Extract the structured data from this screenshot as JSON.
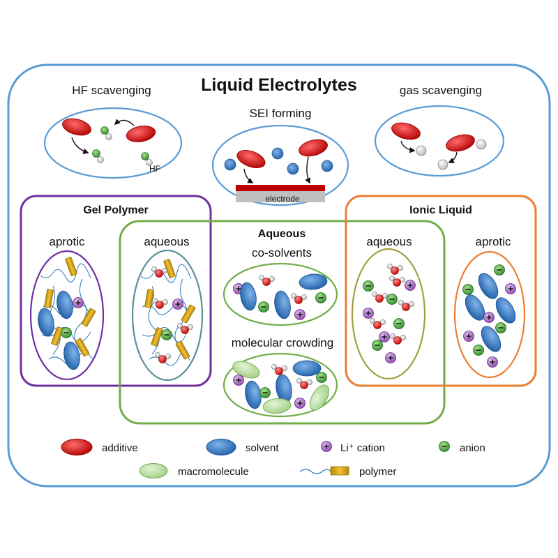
{
  "title": "Liquid Electrolytes",
  "functions": {
    "hf_scavenging": "HF scavenging",
    "sei_forming": "SEI forming",
    "gas_scavenging": "gas scavenging",
    "hf_label": "HF",
    "electrode_label": "electrode"
  },
  "groups": {
    "gel_polymer": {
      "title": "Gel Polymer",
      "aprotic": "aprotic",
      "aqueous": "aqueous"
    },
    "aqueous": {
      "title": "Aqueous",
      "co_solvents": "co-solvents",
      "molecular_crowding": "molecular crowding"
    },
    "ionic_liquid": {
      "title": "Ionic Liquid",
      "aqueous": "aqueous",
      "aprotic": "aprotic"
    }
  },
  "legend": {
    "additive": "additive",
    "solvent": "solvent",
    "li_cation": "Li⁺ cation",
    "anion": "anion",
    "macromolecule": "macromolecule",
    "polymer": "polymer"
  },
  "colors": {
    "outer_border": "#5b9bd5",
    "gel_polymer": "#7030a0",
    "aqueous": "#70ad47",
    "ionic_liquid": "#ed7d31",
    "additive": "#c00000",
    "solvent": "#2e75b6",
    "cation": "#9b59b6",
    "anion": "#3aa33a",
    "macromolecule": "#a9d18e",
    "polymer": "#d4a017"
  }
}
